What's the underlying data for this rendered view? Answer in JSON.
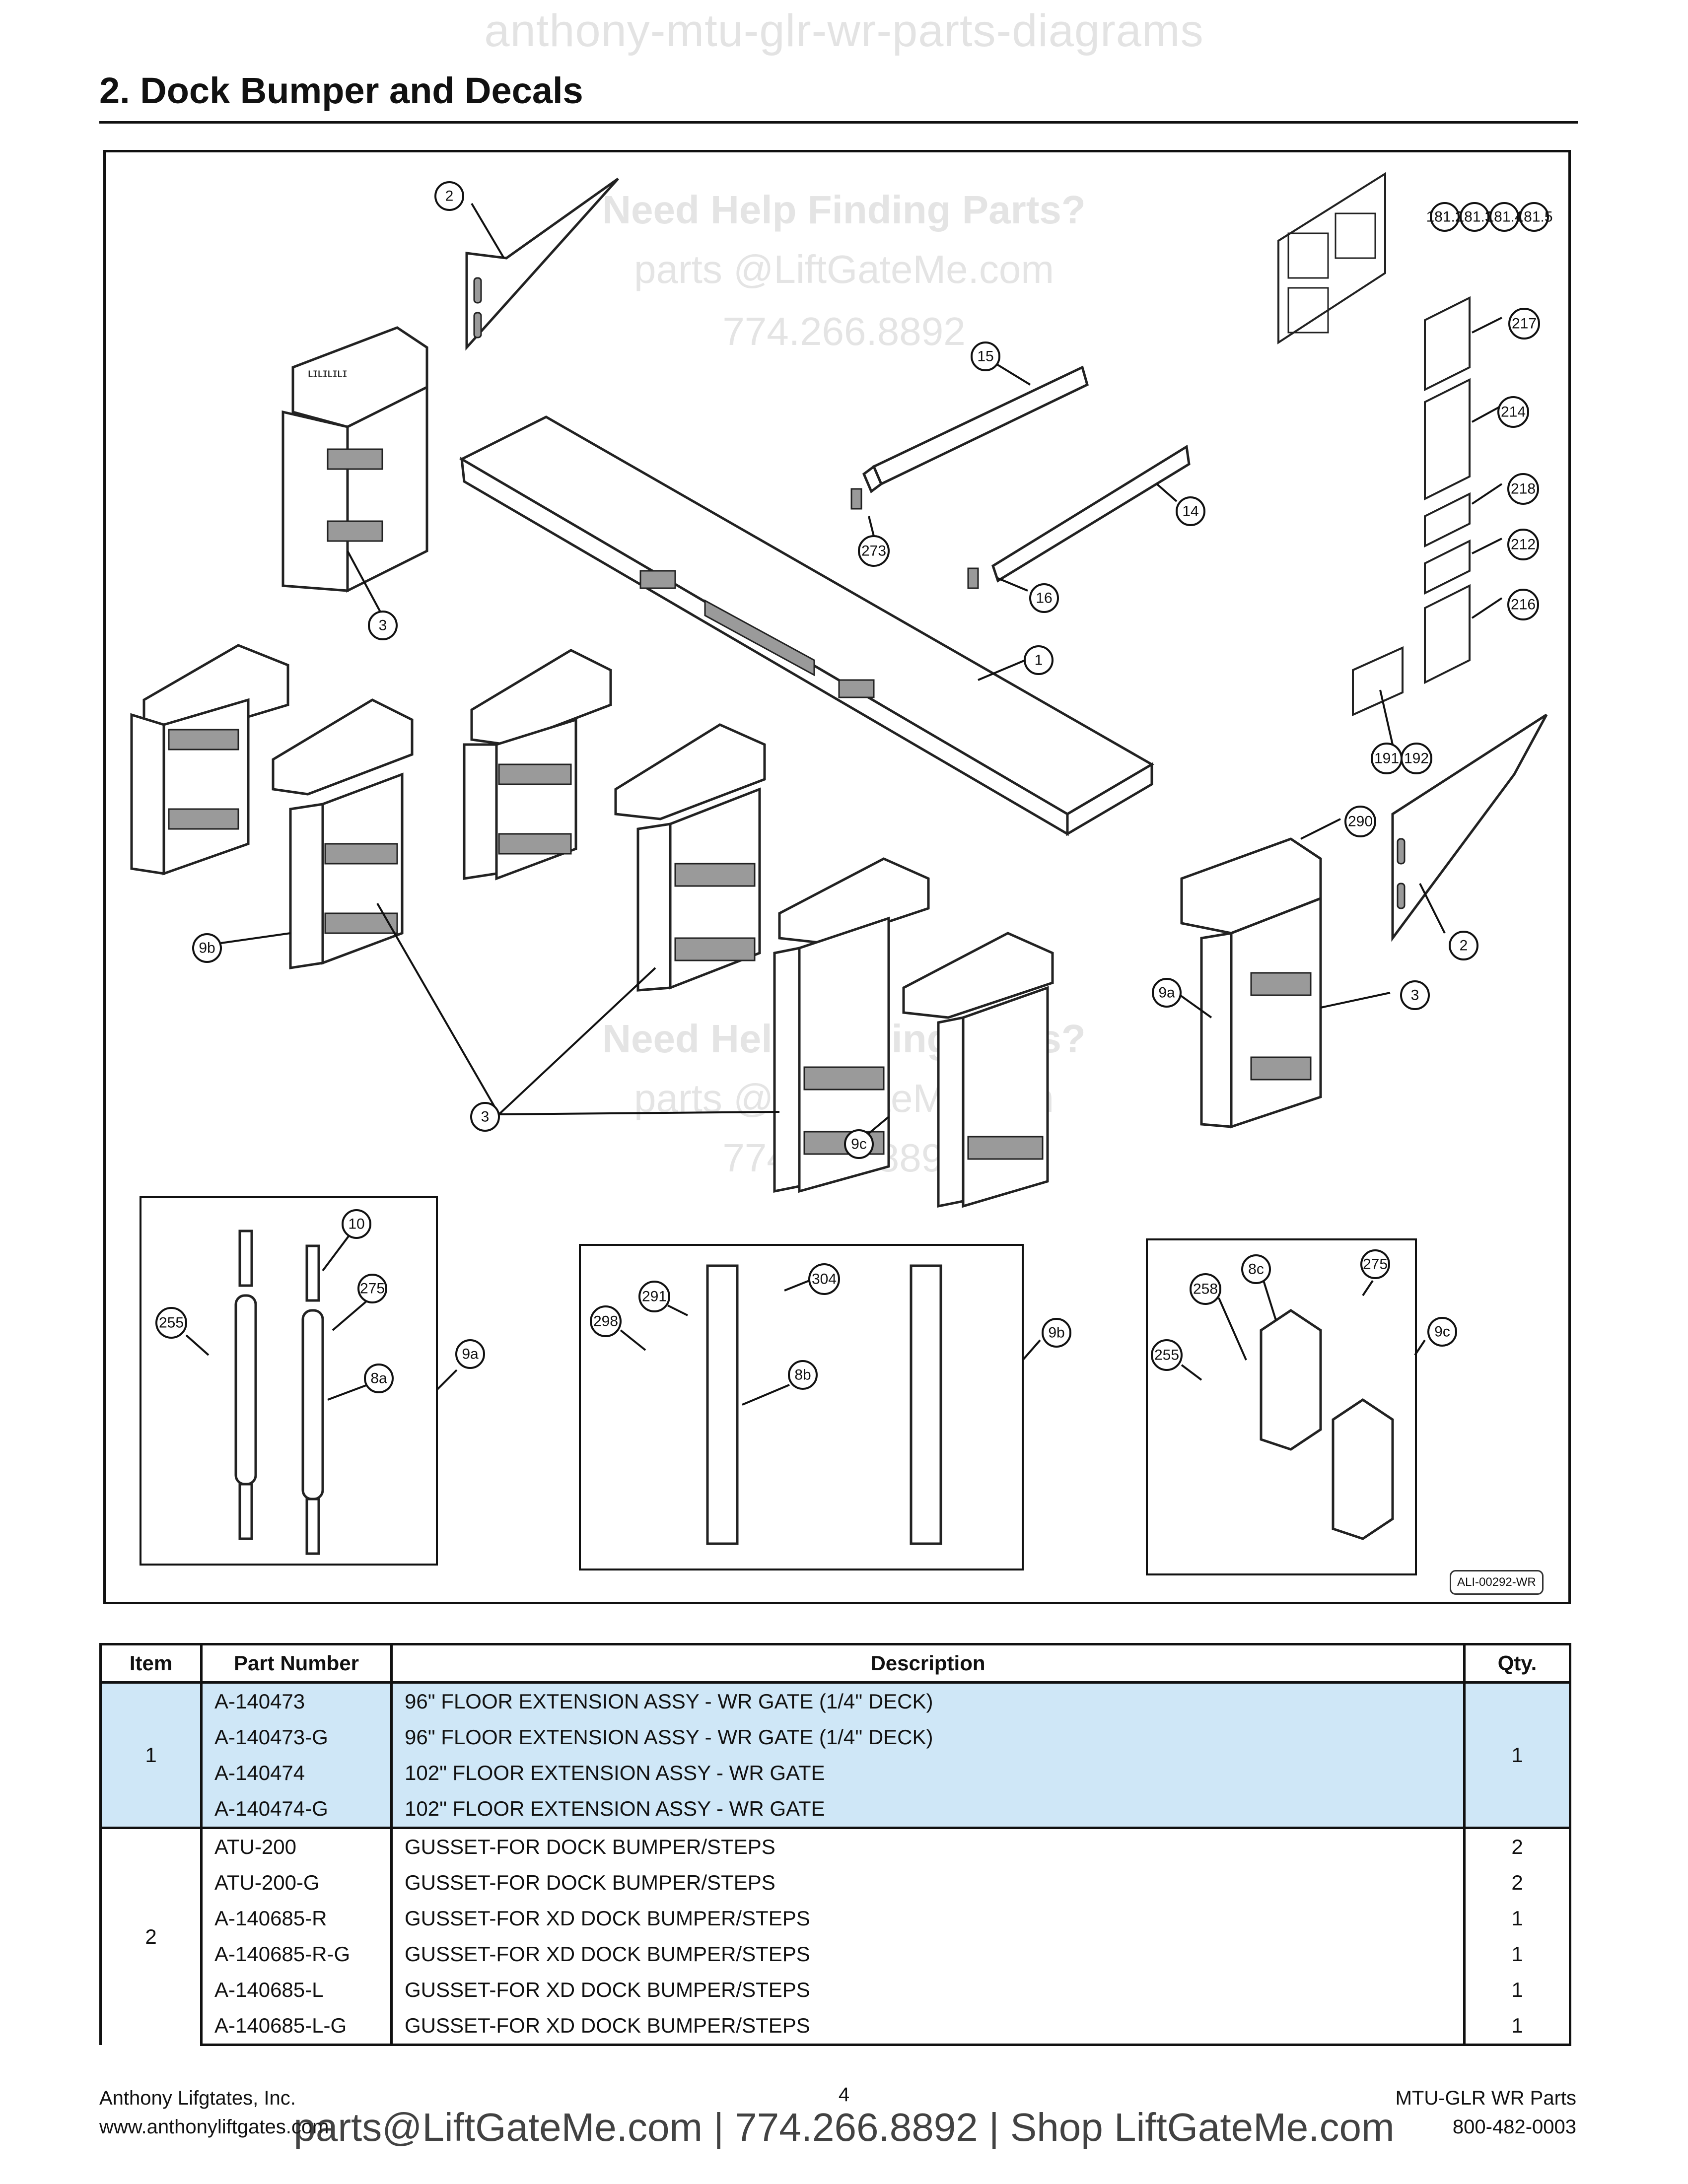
{
  "watermark_top": "anthony-mtu-glr-wr-parts-diagrams",
  "section_title": "2.   Dock Bumper and Decals",
  "watermark_help": {
    "heading": "Need Help Finding Parts?",
    "email": "parts @LiftGateMe.com",
    "phone": "774.266.8892"
  },
  "callouts": {
    "c2a": "2",
    "c15": "15",
    "c273": "273",
    "c14": "14",
    "c16": "16",
    "c3a": "3",
    "c1": "1",
    "c181_2": "181.2",
    "c181_3": "181.3",
    "c181_4": "181.4",
    "c181_5": "181.5",
    "c217": "217",
    "c214": "214",
    "c218": "218",
    "c212": "212",
    "c216": "216",
    "c191": "191",
    "c192": "192",
    "c290": "290",
    "c2b": "2",
    "c9a_main": "9a",
    "c3b": "3",
    "c9b_main": "9b",
    "c3c": "3",
    "c9c_main": "9c",
    "c10": "10",
    "c275a": "275",
    "c255a": "255",
    "c8a": "8a",
    "c9a_inset": "9a",
    "c291": "291",
    "c304": "304",
    "c298": "298",
    "c8b": "8b",
    "c9b_inset": "9b",
    "c8c": "8c",
    "c275b": "275",
    "c258": "258",
    "c255b": "255",
    "c9c_inset": "9c"
  },
  "diagram_ref": "ALI-00292-WR",
  "table": {
    "headers": {
      "item": "Item",
      "part_number": "Part Number",
      "description": "Description",
      "qty": "Qty."
    },
    "groups": [
      {
        "item": "1",
        "highlight": true,
        "qty": "1",
        "rows": [
          {
            "part_number": "A-140473",
            "description": "96\" FLOOR EXTENSION ASSY - WR GATE (1/4\" DECK)"
          },
          {
            "part_number": "A-140473-G",
            "description": "96\" FLOOR EXTENSION ASSY - WR GATE (1/4\" DECK)"
          },
          {
            "part_number": "A-140474",
            "description": "102\" FLOOR EXTENSION ASSY - WR GATE"
          },
          {
            "part_number": "A-140474-G",
            "description": "102\" FLOOR EXTENSION ASSY - WR GATE"
          }
        ]
      },
      {
        "item": "2",
        "highlight": false,
        "rows": [
          {
            "part_number": "ATU-200",
            "description": "GUSSET-FOR DOCK BUMPER/STEPS",
            "qty": "2"
          },
          {
            "part_number": "ATU-200-G",
            "description": "GUSSET-FOR DOCK BUMPER/STEPS",
            "qty": "2"
          },
          {
            "part_number": "A-140685-R",
            "description": "GUSSET-FOR XD DOCK BUMPER/STEPS",
            "qty": "1"
          },
          {
            "part_number": "A-140685-R-G",
            "description": "GUSSET-FOR XD DOCK BUMPER/STEPS",
            "qty": "1"
          },
          {
            "part_number": "A-140685-L",
            "description": "GUSSET-FOR XD DOCK BUMPER/STEPS",
            "qty": "1"
          },
          {
            "part_number": "A-140685-L-G",
            "description": "GUSSET-FOR XD DOCK BUMPER/STEPS",
            "qty": "1"
          }
        ]
      }
    ]
  },
  "footer": {
    "company": "Anthony Lifgtates, Inc.",
    "website": "www.anthonyliftgates.com",
    "page_number": "4",
    "doc_title": "MTU-GLR WR Parts",
    "phone": "800-482-0003",
    "watermark": "parts@LiftGateMe.com | 774.266.8892 | Shop LiftGateMe.com"
  }
}
